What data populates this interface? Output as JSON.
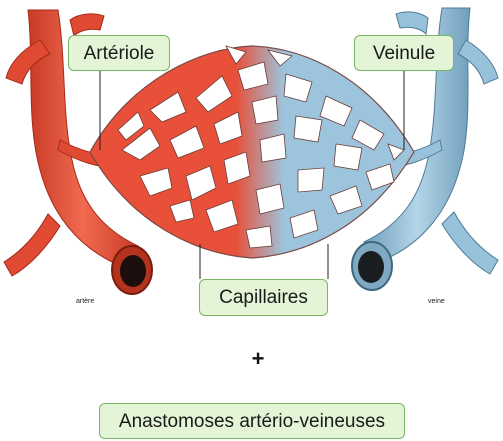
{
  "labels": {
    "arteriole": "Artériole",
    "veinule": "Veinule",
    "capillaires": "Capillaires",
    "anastomoses": "Anastomoses artério-veineuses",
    "plus": "+",
    "artere": "artère",
    "veine": "veine"
  },
  "colors": {
    "arterial": "#e8503a",
    "arterial_dark": "#b8321f",
    "venous": "#9cc5dd",
    "venous_dark": "#5d8eaa",
    "label_fill": "#e3f5d6",
    "label_border": "#79b567"
  }
}
